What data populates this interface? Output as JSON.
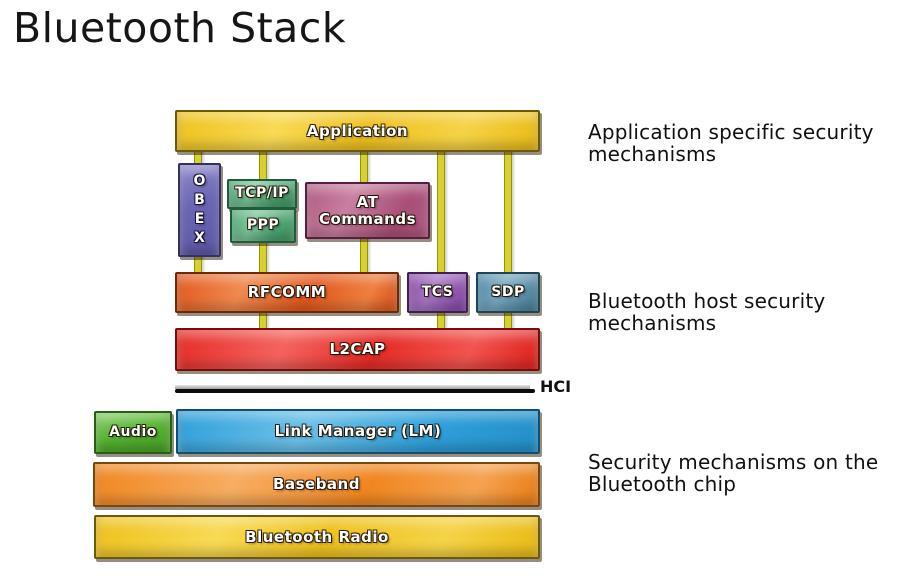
{
  "title": "Bluetooth Stack",
  "stack": {
    "application": "Application",
    "obex": "OBEX",
    "obex_letters": [
      "O",
      "B",
      "E",
      "X"
    ],
    "tcpip": "TCP/IP",
    "ppp": "PPP",
    "at_line1": "AT",
    "at_line2": "Commands",
    "rfcomm": "RFCOMM",
    "tcs": "TCS",
    "sdp": "SDP",
    "l2cap": "L2CAP",
    "hci": "HCI",
    "audio": "Audio",
    "link_manager": "Link Manager (LM)",
    "baseband": "Baseband",
    "bluetooth_radio": "Bluetooth Radio"
  },
  "annotations": {
    "application_security": "Application specific security mechanisms",
    "host_security": "Bluetooth host security mechanisms",
    "chip_security": "Security mechanisms on the Bluetooth chip"
  },
  "colors": {
    "application": "#eec11d",
    "obex": "#6a65b4",
    "tcpip_ppp": "#4aa371",
    "at_commands": "#b25a82",
    "rfcomm": "#e2571d",
    "tcs": "#8a4aaa",
    "sdp": "#4d87a8",
    "l2cap": "#e62b26",
    "audio": "#54b230",
    "link_manager": "#2f9fd9",
    "baseband": "#f08620",
    "bluetooth_radio": "#eec11d",
    "connector_line": "#d7d22b"
  }
}
